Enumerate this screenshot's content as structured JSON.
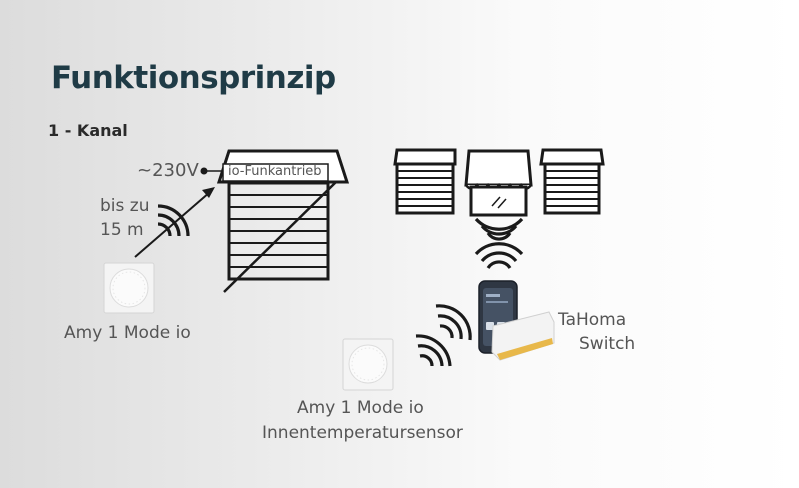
{
  "title": "Funktionsprinzip",
  "subtitle": "1 - Kanal",
  "labels": {
    "voltage": "~230V",
    "motor": "io-Funkantrieb",
    "range_line1": "bis zu",
    "range_line2": "15 m",
    "amy_left": "Amy 1 Mode io",
    "tahoma_line1": "TaHoma",
    "tahoma_line2": "Switch",
    "amy_bottom_line1": "Amy 1 Mode io",
    "amy_bottom_line2": "Innentemperatursensor"
  },
  "icons": {
    "signal": "wireless-signal-icon",
    "blind": "roller-blind-icon",
    "awning": "awning-icon",
    "thermostat": "thermostat-device",
    "tahoma": "tahoma-switch-device"
  },
  "colors": {
    "title": "#1f3b46",
    "line": "#1a1a1a",
    "accent": "#e8b84a"
  }
}
